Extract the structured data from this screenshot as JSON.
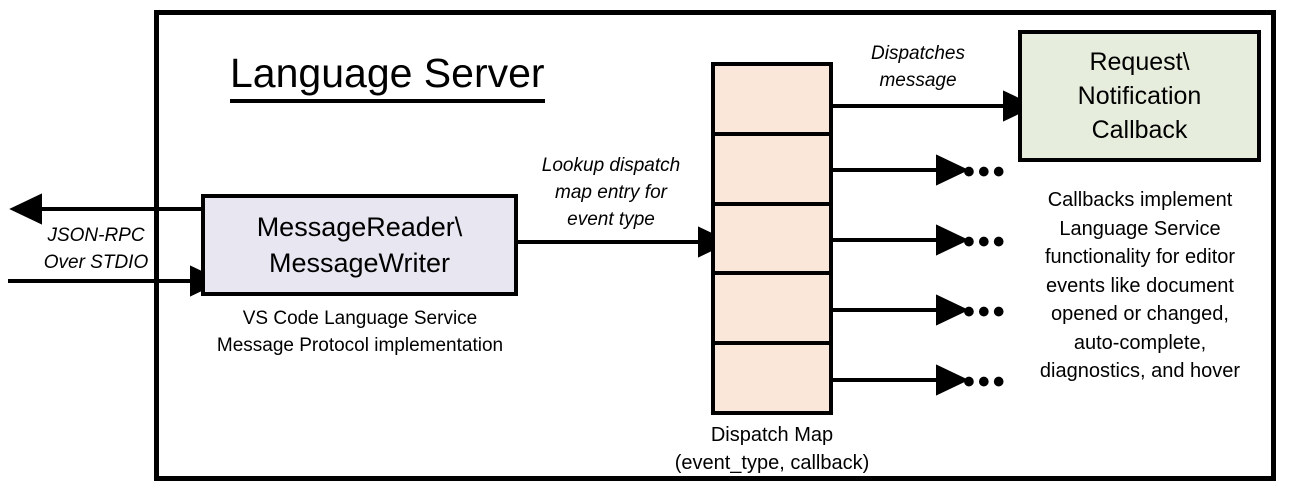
{
  "diagram": {
    "title": "Language Server",
    "outer_container_name": "Language Server boundary",
    "message_box": {
      "line1": "MessageReader\\",
      "line2": "MessageWriter",
      "caption_line1": "VS Code Language Service",
      "caption_line2": "Message Protocol implementation",
      "fill_color": "#E8E6F0"
    },
    "io_label": {
      "line1": "JSON-RPC",
      "line2": "Over STDIO"
    },
    "lookup_label": {
      "line1": "Lookup dispatch",
      "line2": "map entry for",
      "line3": "event type"
    },
    "dispatches_label": {
      "line1": "Dispatches",
      "line2": "message"
    },
    "dispatch_map": {
      "caption_line1": "Dispatch Map",
      "caption_line2": "(event_type, callback)",
      "fill_color": "#FBE7DA",
      "cell_count": 5,
      "cells": [
        {
          "index": 1,
          "target": "Request\\Notification Callback"
        },
        {
          "index": 2,
          "target": "..."
        },
        {
          "index": 3,
          "target": "..."
        },
        {
          "index": 4,
          "target": "..."
        },
        {
          "index": 5,
          "target": "..."
        }
      ]
    },
    "callback_box": {
      "line1": "Request\\",
      "line2": "Notification",
      "line3": "Callback",
      "fill_color": "#E7EDDC",
      "caption_line1": "Callbacks implement",
      "caption_line2": "Language Service",
      "caption_line3": "functionality for editor",
      "caption_line4": "events like document",
      "caption_line5": "opened or changed,",
      "caption_line6": "auto-complete,",
      "caption_line7": "diagnostics, and hover"
    },
    "ellipsis": "•••",
    "stroke_color": "#000000"
  }
}
